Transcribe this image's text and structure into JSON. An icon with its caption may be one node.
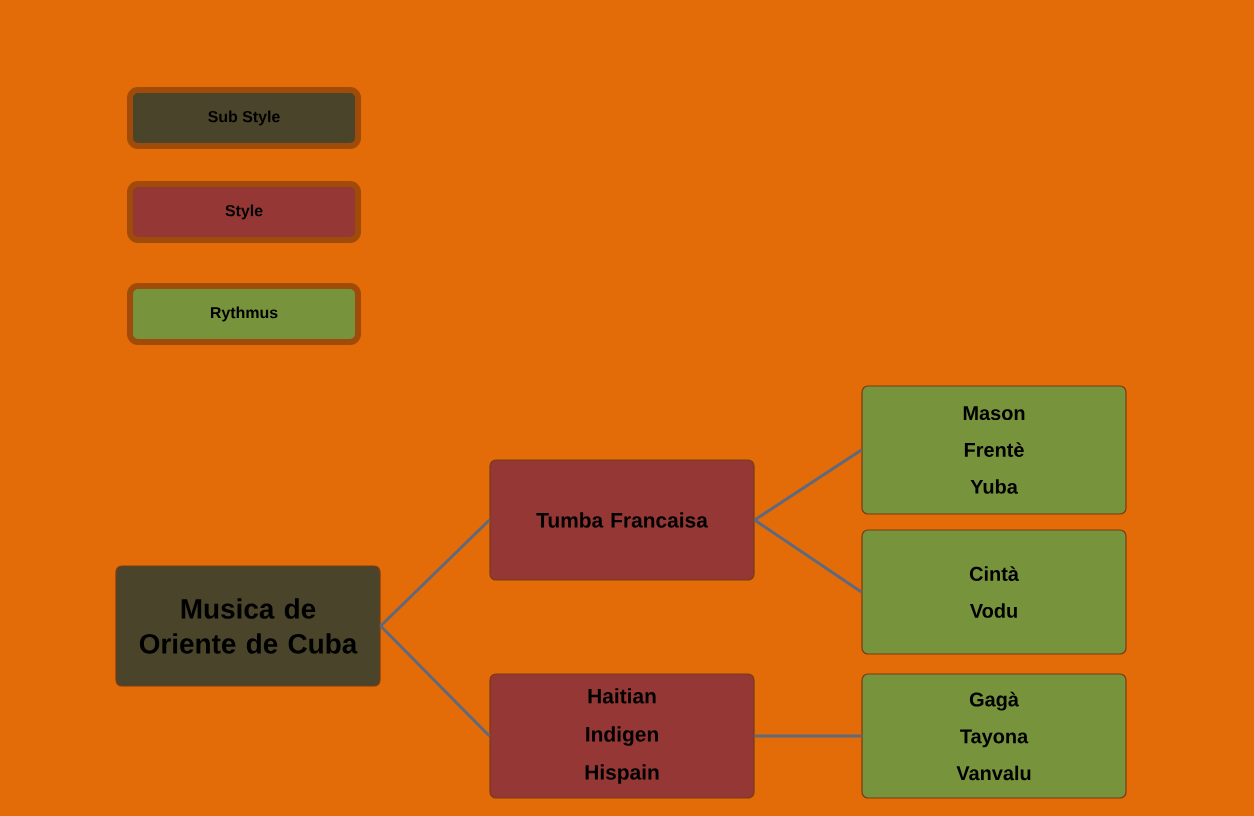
{
  "diagram": {
    "nodes": [
      {
        "text": [
          "Musica de Oriente de Cuba"
        ]
      },
      {
        "text": [
          "Tumba Francaisa"
        ]
      },
      {
        "text": [
          "Haitian",
          "Indigen",
          "Hispain"
        ]
      },
      {
        "text": [
          "Mason",
          "Frentè",
          "Yuba"
        ]
      },
      {
        "text": [
          "Cintà",
          "Vodu"
        ]
      },
      {
        "text": [
          "Gagà",
          "Tayona",
          "Vanvalu"
        ]
      }
    ],
    "edges": [
      {
        "from": 0,
        "to": 1,
        "arrow": "none"
      },
      {
        "from": 0,
        "to": 2,
        "arrow": "none"
      },
      {
        "from": 1,
        "to": 3,
        "arrow": "none"
      },
      {
        "from": 1,
        "to": 4,
        "arrow": "none"
      },
      {
        "from": 2,
        "to": 5,
        "arrow": "none"
      }
    ],
    "legend": [
      {
        "text": "Sub Style",
        "color": "#4a452a"
      },
      {
        "text": "Style",
        "color": "#953735"
      },
      {
        "text": "Rythmus",
        "color": "#77933c"
      }
    ]
  }
}
